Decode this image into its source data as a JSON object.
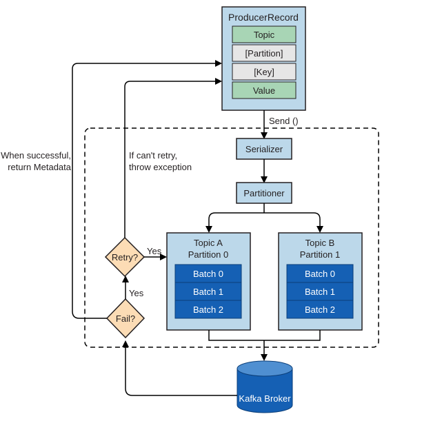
{
  "producer_record": {
    "title": "ProducerRecord",
    "fields": [
      "Topic",
      "[Partition]",
      "[Key]",
      "Value"
    ]
  },
  "send_label": "Send ()",
  "serializer": "Serializer",
  "partitioner": "Partitioner",
  "partitions": [
    {
      "topic": "Topic A",
      "partition": "Partition 0",
      "batches": [
        "Batch 0",
        "Batch 1",
        "Batch 2"
      ]
    },
    {
      "topic": "Topic B",
      "partition": "Partition 1",
      "batches": [
        "Batch 0",
        "Batch 1",
        "Batch 2"
      ]
    }
  ],
  "decisions": {
    "retry": "Retry?",
    "fail": "Fail?"
  },
  "edge_labels": {
    "yes_retry": "Yes",
    "yes_fail": "Yes",
    "success": [
      "When successful,",
      "return Metadata"
    ],
    "cant_retry": [
      "If can't retry,",
      "throw exception"
    ]
  },
  "broker": "Kafka Broker",
  "colors": {
    "light_blue": "#bcd8ea",
    "green": "#a8d5b5",
    "grey": "#e6e6e6",
    "dark_blue": "#1560b4",
    "diamond": "#fcdcb5",
    "line": "#000000"
  }
}
